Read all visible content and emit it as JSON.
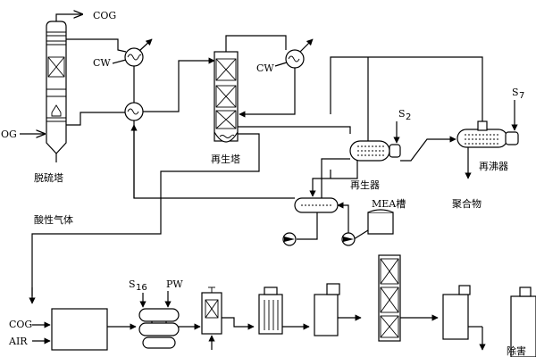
{
  "labels": {
    "cog_out": "COG",
    "cog_in": "OG",
    "cw_left": "CW",
    "cw_mid": "CW",
    "desulf_tower": "脱硫塔",
    "regen_tower": "再生塔",
    "regenerator": "再生器",
    "reboiler": "再沸器",
    "s2": "S",
    "s2_sub": "2",
    "s7": "S",
    "s7_sub": "7",
    "polymer": "聚合物",
    "mea_tank": "MEA槽",
    "acid_gas": "酸性气体",
    "s16": "S",
    "s16_sub": "16",
    "pw": "PW",
    "cog_bottom": "COG",
    "air_bottom": "AIR",
    "right_partial": "除害"
  },
  "icons": {
    "arrow": "arrowhead"
  }
}
